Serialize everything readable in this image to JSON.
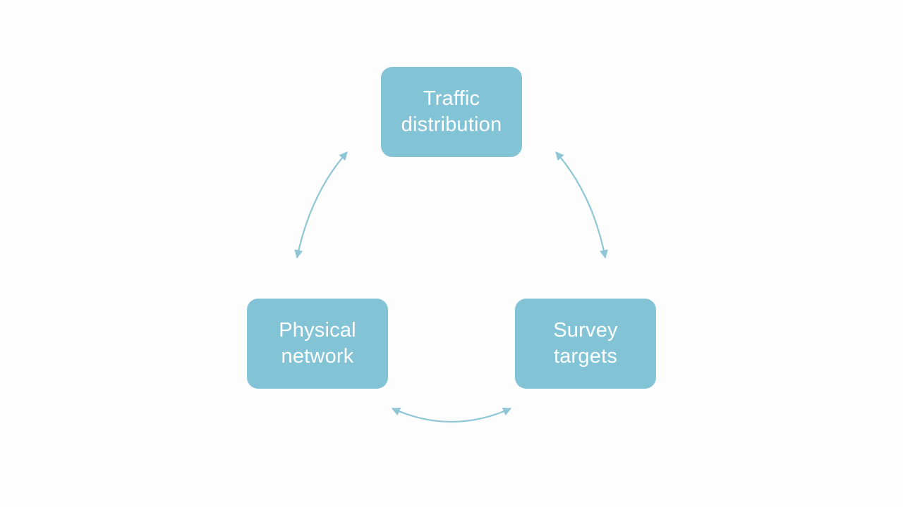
{
  "colors": {
    "background": "#fdfdfd",
    "node_fill": "#82c3d6",
    "node_text": "#ffffff",
    "arrow": "#8fc6d6"
  },
  "nodes": {
    "traffic": {
      "line1": "Traffic",
      "line2": "distribution"
    },
    "physical": {
      "line1": "Physical",
      "line2": "network"
    },
    "survey": {
      "line1": "Survey",
      "line2": "targets"
    }
  },
  "arrows": [
    {
      "from": "physical",
      "to": "traffic",
      "bidirectional": true
    },
    {
      "from": "traffic",
      "to": "survey",
      "bidirectional": true
    },
    {
      "from": "physical",
      "to": "survey",
      "bidirectional": true
    }
  ]
}
